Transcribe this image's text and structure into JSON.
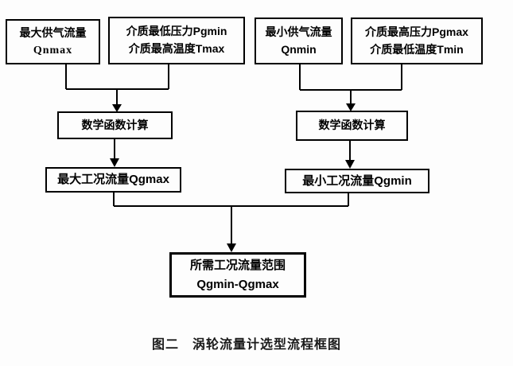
{
  "diagram": {
    "title": "涡轮流量计选型流程框图",
    "background_color": "#fdfdfd",
    "line_color": "#000000",
    "boxes": {
      "qnmax": {
        "line1": "最大供气流量",
        "line2": "Qnmax"
      },
      "pgmin_tmax": {
        "line1": "介质最低压力Pgmin",
        "line2": "介质最高温度Tmax"
      },
      "qnmin": {
        "line1": "最小供气流量",
        "line2": "Qnmin"
      },
      "pgmax_tmin": {
        "line1": "介质最高压力Pgmax",
        "line2": "介质最低温度Tmin"
      },
      "math_left": {
        "label": "数学函数计算"
      },
      "math_right": {
        "label": "数学函数计算"
      },
      "qgmax": {
        "label": "最大工况流量Qgmax"
      },
      "qgmin": {
        "label": "最小工况流量Qgmin"
      },
      "result": {
        "line1": "所需工况流量范围",
        "line2": "Qgmin-Qgmax"
      }
    },
    "caption": "图二　涡轮流量计选型流程框图"
  }
}
